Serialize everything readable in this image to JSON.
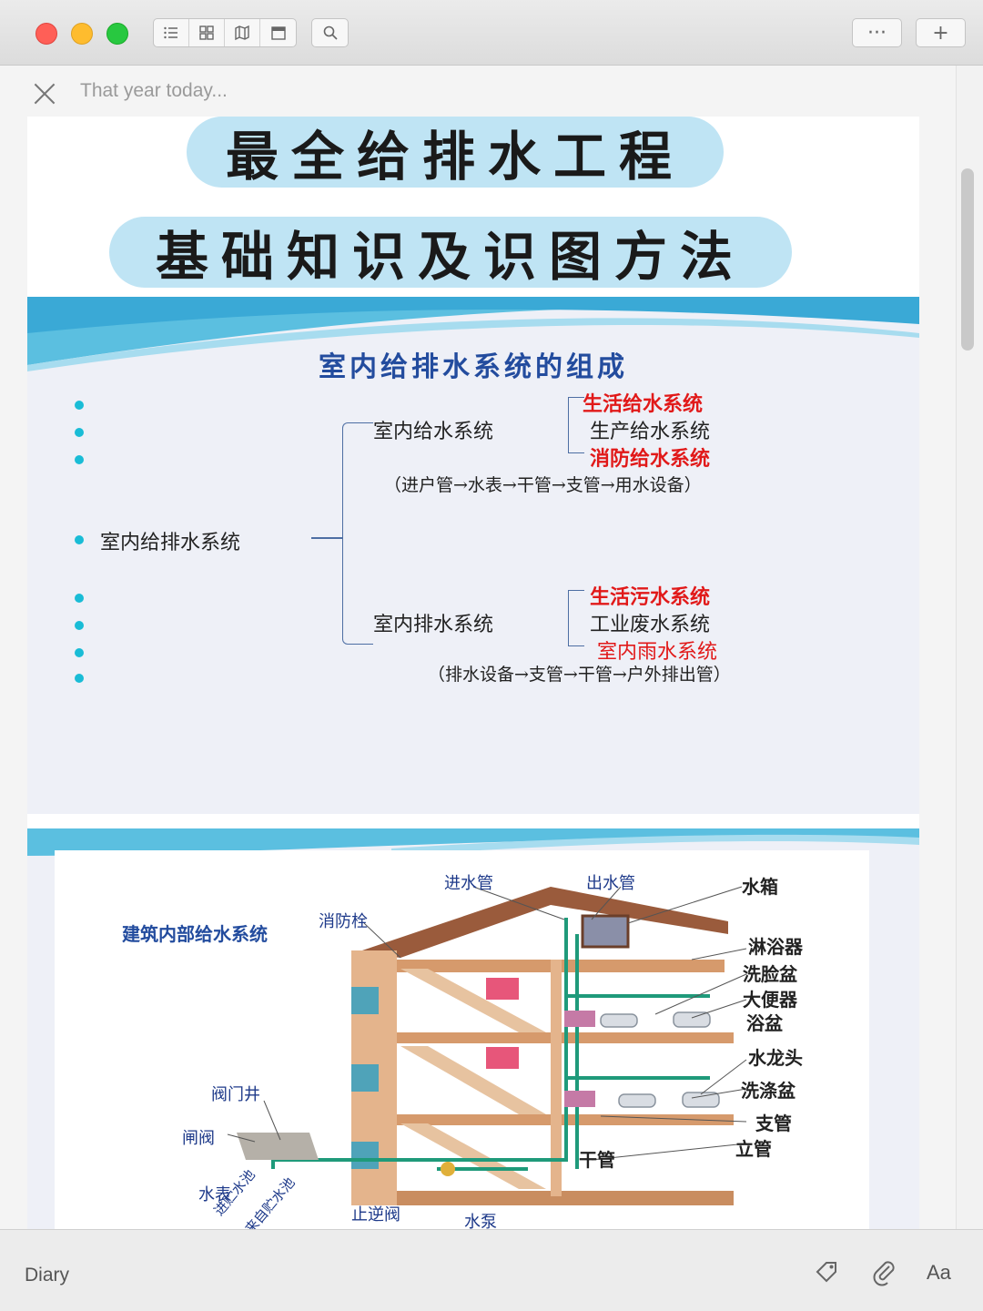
{
  "window": {
    "toolbar_icons": [
      "list-icon",
      "grid-icon",
      "map-icon",
      "calendar-icon",
      "search-icon"
    ],
    "more_label": "···",
    "add_label": "+"
  },
  "entry": {
    "title_placeholder": "That year today..."
  },
  "poster": {
    "headline_line1": "最全给排水工程",
    "headline_line2": "基础知识及识图方法",
    "slide1": {
      "title": "室内给排水系统的组成",
      "root": "室内给排水系统",
      "supply": {
        "label": "室内给水系统",
        "items": [
          "生活给水系统",
          "生产给水系统",
          "消防给水系统"
        ],
        "flow": "（进户管→水表→干管→支管→用水设备）"
      },
      "drain": {
        "label": "室内排水系统",
        "items": [
          "生活污水系统",
          "工业废水系统",
          "室内雨水系统"
        ],
        "flow": "（排水设备→支管→干管→户外排出管）"
      }
    },
    "slide2": {
      "title": "建筑内部给水系统",
      "labels": {
        "inlet_pipe": "进水管",
        "outlet_pipe": "出水管",
        "tank": "水箱",
        "hydrant": "消防栓",
        "shower": "淋浴器",
        "washbasin": "洗脸盆",
        "toilet": "大便器",
        "bathtub": "浴盆",
        "faucet": "水龙头",
        "sink": "洗涤盆",
        "branch": "支管",
        "riser": "立管",
        "main": "干管",
        "valve_well": "阀门井",
        "gate_valve": "闸阀",
        "meter": "水表",
        "check_valve": "止逆阀",
        "pump": "水泵",
        "to_pool": "进贮水池",
        "from_pool": "来自贮水池"
      }
    }
  },
  "footer": {
    "journal": "Diary",
    "format_label": "Aa"
  }
}
